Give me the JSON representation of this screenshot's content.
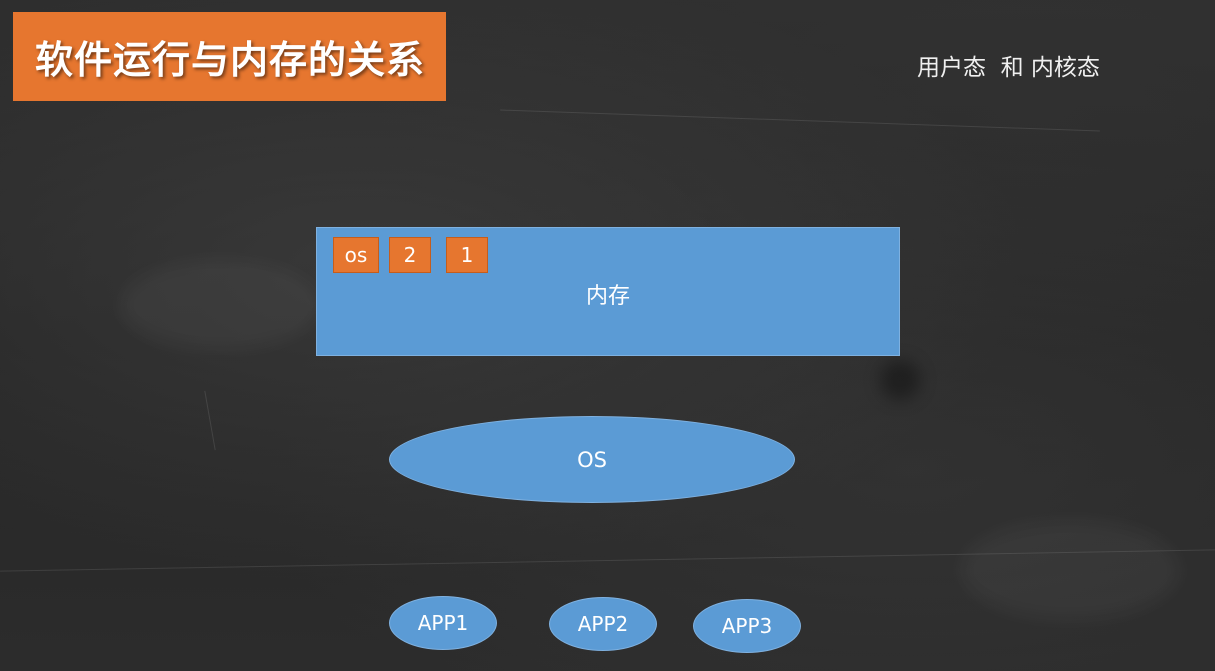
{
  "title": "软件运行与内存的关系",
  "subtitle": "用户态  和 内核态",
  "memory": {
    "label": "内存",
    "slots": [
      "os",
      "2",
      "1"
    ]
  },
  "os_node": {
    "label": "OS"
  },
  "apps": [
    "APP1",
    "APP2",
    "APP3"
  ],
  "colors": {
    "banner": "#e6762f",
    "block": "#5b9bd5",
    "background": "#2a2a2a"
  }
}
